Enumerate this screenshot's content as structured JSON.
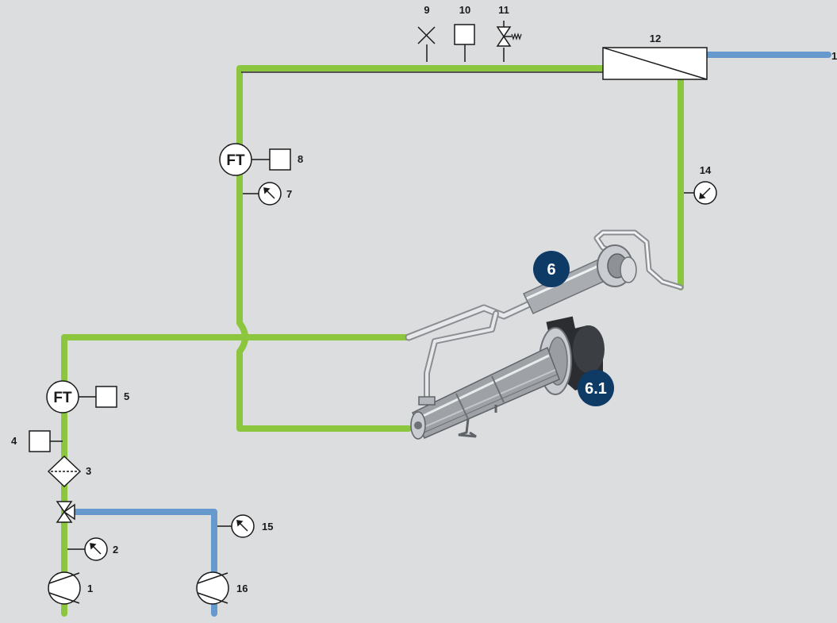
{
  "colors": {
    "background": "#dcdddf",
    "process_line": "#8cc63f",
    "water_line": "#6699cc",
    "badge": "#0e3a66",
    "symbol_stroke": "#1a1a1a",
    "steel": "#b9bcc0"
  },
  "diagram": {
    "flow_transmitter_text": "FT",
    "labels": {
      "l1": "1",
      "l2": "2",
      "l3": "3",
      "l4": "4",
      "l5": "5",
      "l7": "7",
      "l8": "8",
      "l9": "9",
      "l10": "10",
      "l11": "11",
      "l12": "12",
      "l13": "1",
      "l14": "14",
      "l15": "15",
      "l16": "16"
    },
    "badges": {
      "b6": "6",
      "b61": "6.1"
    }
  },
  "icons": [
    "pump-icon",
    "pressure-gauge-icon",
    "three-way-valve-icon",
    "strainer-icon",
    "flow-transmitter-icon",
    "instrument-box-icon",
    "vent-valve-icon",
    "safety-valve-icon",
    "heat-exchanger-icon",
    "homogenizer-machine-icon"
  ]
}
